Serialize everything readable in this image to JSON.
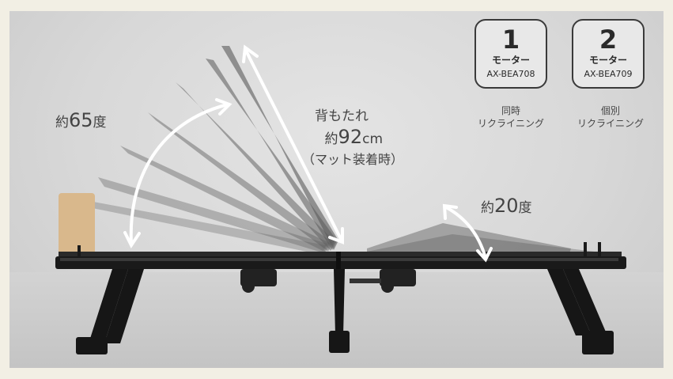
{
  "annotations": {
    "recline_angle_prefix": "約",
    "recline_angle_value": "65",
    "recline_angle_unit": "度",
    "back_label": "背もたれ",
    "back_length_prefix": "約",
    "back_length_value": "92",
    "back_length_unit": "cm",
    "back_length_note": "（マット装着時）",
    "leg_angle_prefix": "約",
    "leg_angle_value": "20",
    "leg_angle_unit": "度"
  },
  "models": [
    {
      "number": "1",
      "motor_label": "モーター",
      "model_code": "AX-BEA708",
      "caption_line1": "同時",
      "caption_line2": "リクライニング"
    },
    {
      "number": "2",
      "motor_label": "モーター",
      "model_code": "AX-BEA709",
      "caption_line1": "個別",
      "caption_line2": "リクライニング"
    }
  ],
  "colors": {
    "background": "#d9d9d9",
    "frame": "#1a1a1a",
    "headboard": "#d9b88c",
    "arrow": "#ffffff",
    "text": "#444444"
  }
}
